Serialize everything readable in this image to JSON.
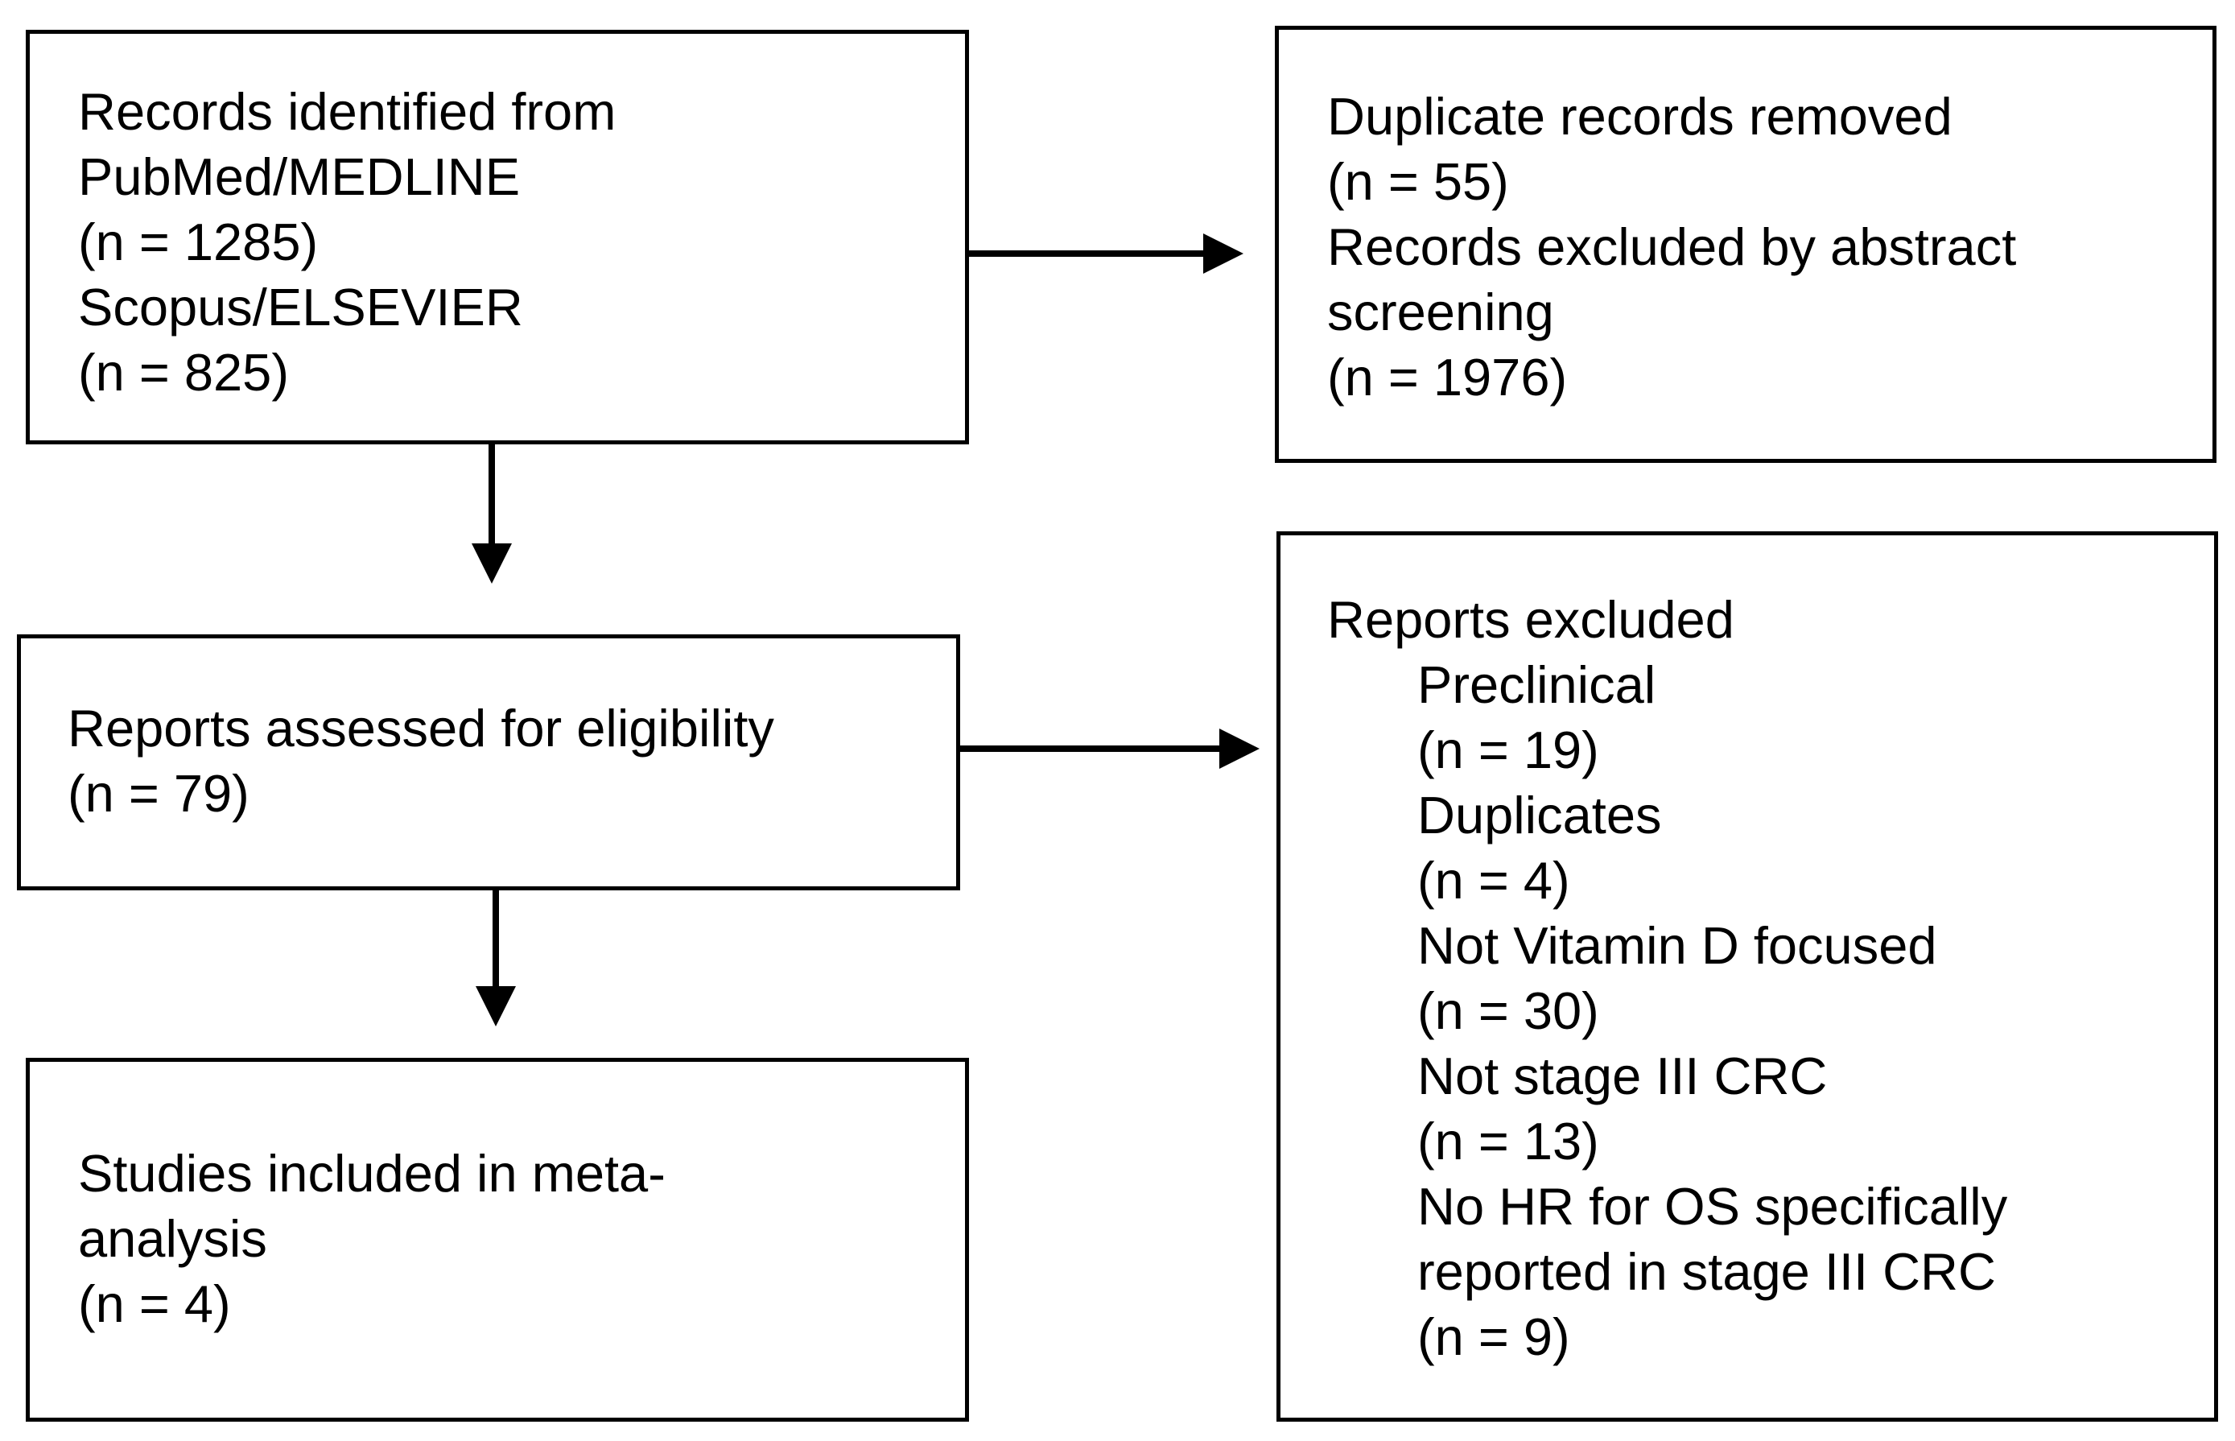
{
  "boxes": {
    "identified": {
      "lines": [
        "Records identified from",
        "PubMed/MEDLINE",
        "(n = 1285)",
        "Scopus/ELSEVIER",
        "(n = 825)"
      ]
    },
    "removed": {
      "lines": [
        "Duplicate records removed",
        "(n = 55)",
        "Records excluded by abstract",
        "screening",
        "(n = 1976)"
      ]
    },
    "assessed": {
      "lines": [
        "Reports assessed for eligibility",
        "(n = 79)"
      ]
    },
    "excluded": {
      "heading": "Reports excluded",
      "lines": [
        "Preclinical",
        "(n = 19)",
        "Duplicates",
        "(n = 4)",
        "Not Vitamin D focused",
        "(n = 30)",
        "Not stage III CRC",
        "(n = 13)",
        "No HR for OS specifically",
        "reported in stage III CRC",
        "(n = 9)"
      ]
    },
    "included": {
      "lines": [
        "Studies included in meta-",
        "analysis",
        "(n = 4)"
      ]
    }
  }
}
